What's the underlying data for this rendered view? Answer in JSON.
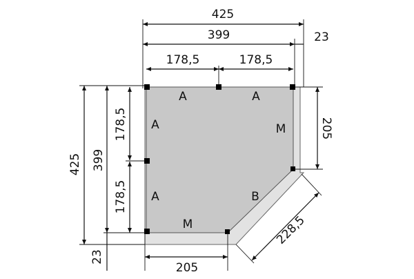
{
  "dimensions": {
    "top_overall": "425",
    "top_inner": "399",
    "top_overhang": "23",
    "top_left_span": "178,5",
    "top_right_span": "178,5",
    "left_overall": "425",
    "left_inner": "399",
    "left_upper_span": "178,5",
    "left_lower_span": "178,5",
    "bottom_overhang": "23",
    "bottom_span": "205",
    "right_span": "205",
    "diagonal_span": "228,5"
  },
  "wall_labels": {
    "top_left": "A",
    "top_right": "A",
    "left_upper": "A",
    "left_lower": "A",
    "right": "M",
    "bottom": "M",
    "diagonal": "B"
  },
  "colors": {
    "floor": "#c8c8c8",
    "roof_overhang": "#e2e2e2",
    "posts": "#000000",
    "lines": "#111111"
  }
}
